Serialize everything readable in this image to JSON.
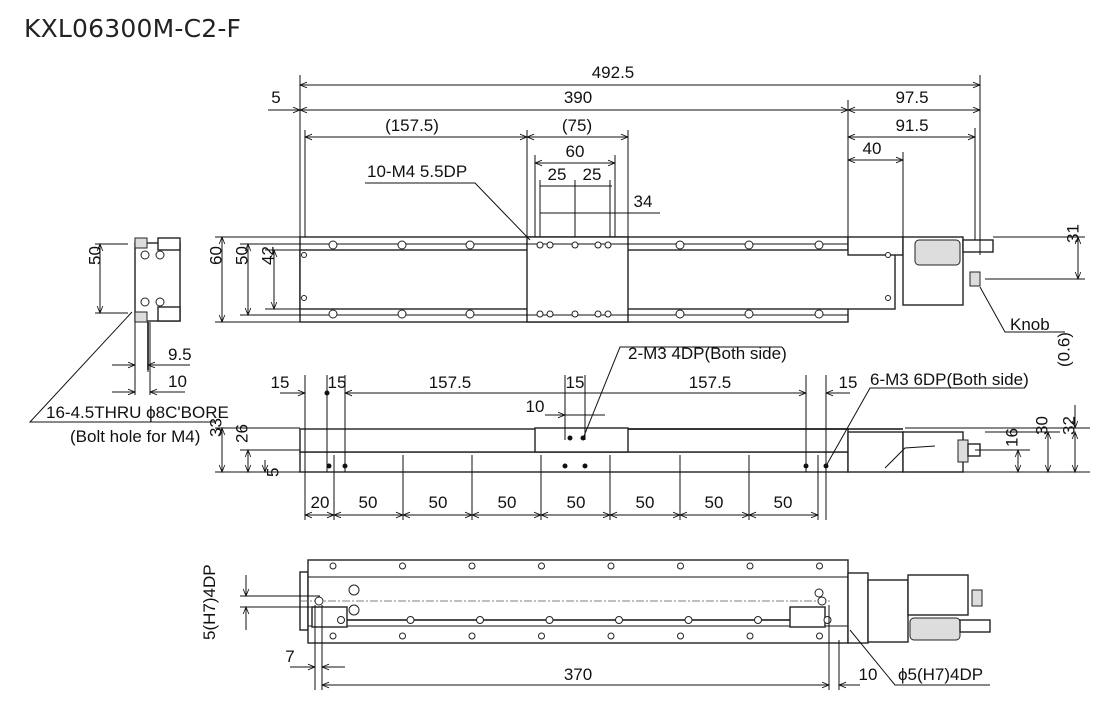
{
  "title": "KXL06300M-C2-F",
  "top_view": {
    "overall_length": "492.5",
    "end_offset": "5",
    "stroke_body": "390",
    "motor_overall": "97.5",
    "left_position": "(157.5)",
    "carriage_length": "(75)",
    "motor_length": "91.5",
    "carriage_hole_pitch": "60",
    "motor_knob_offset": "40",
    "hole_pitch_a": "25",
    "hole_pitch_b": "25",
    "carriage_tap_callout": "10-M4 5.5DP",
    "carriage_offset": "34",
    "height_60": "60",
    "height_50": "50",
    "height_42": "42",
    "knob_height": "31",
    "knob_label": "Knob"
  },
  "end_view": {
    "height_50": "50",
    "offset_9_5": "9.5",
    "offset_10": "10",
    "bolt_callout": "16-4.5THRU ϕ8C'BORE",
    "bolt_note": "(Bolt hole for M4)"
  },
  "side_view": {
    "dim_15_a": "15",
    "dim_15_b": "15",
    "dim_157_5_a": "157.5",
    "dim_15_c": "15",
    "dim_157_5_b": "157.5",
    "dim_15_d": "15",
    "dim_0_6": "(0.6)",
    "carriage_tap_callout": "2-M3 4DP(Both side)",
    "base_tap_callout": "6-M3 6DP(Both side)",
    "dim_10": "10",
    "height_33": "33",
    "height_26": "26",
    "height_5": "5",
    "height_16": "16",
    "height_30": "30",
    "height_32": "32",
    "pitch_first": "20",
    "pitches": [
      "50",
      "50",
      "50",
      "50",
      "50",
      "50",
      "50"
    ]
  },
  "bottom_view": {
    "pin_hole_vertical": "5(H7)4DP",
    "offset_7": "7",
    "pin_pitch": "370",
    "offset_10": "10",
    "pin_callout": "ϕ5(H7)4DP"
  }
}
